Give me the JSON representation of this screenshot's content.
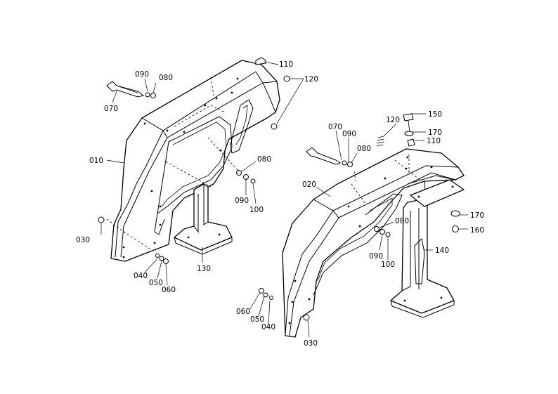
{
  "colors": {
    "line": "#000000",
    "background": "#ffffff"
  },
  "labels": {
    "l110a": "110",
    "l120a": "120",
    "l090a": "090",
    "l080a": "080",
    "l070a": "070",
    "l010": "010",
    "l080b": "080",
    "l090b": "090",
    "l100a": "100",
    "l030a": "030",
    "l130": "130",
    "l040a": "040",
    "l050a": "050",
    "l060a": "060",
    "l120b": "120",
    "l150": "150",
    "l170a": "170",
    "l110b": "110",
    "l070b": "070",
    "l090c": "090",
    "l080c": "080",
    "l020": "020",
    "l080d": "080",
    "l090d": "090",
    "l100b": "100",
    "l170b": "170",
    "l160": "160",
    "l140": "140",
    "l060b": "060",
    "l050b": "050",
    "l040b": "040",
    "l030b": "030"
  }
}
